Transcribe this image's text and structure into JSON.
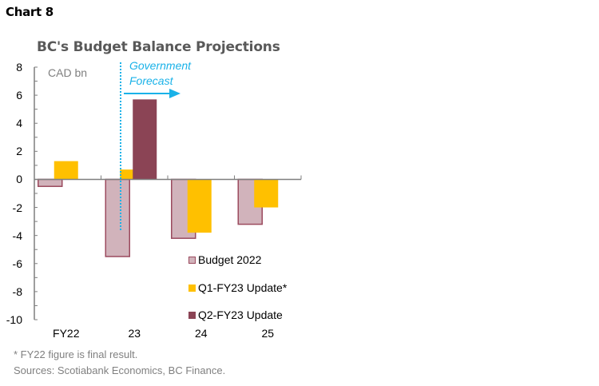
{
  "header": {
    "chart_label": "Chart 8"
  },
  "chart_data": {
    "type": "bar",
    "title": "BC's Budget Balance Projections",
    "unit_label": "CAD bn",
    "xlabel": "",
    "ylabel": "CAD bn",
    "ylim": [
      -10,
      8
    ],
    "yticks": [
      8,
      6,
      4,
      2,
      0,
      -2,
      -4,
      -6,
      -8,
      -10
    ],
    "categories": [
      "FY22",
      "23",
      "24",
      "25"
    ],
    "series": [
      {
        "name": "Budget 2022",
        "color": "#d1b3bb",
        "border": "#9b4a5e",
        "values": [
          -0.5,
          -5.5,
          -4.2,
          -3.2
        ]
      },
      {
        "name": "Q1-FY23 Update*",
        "color": "#ffc000",
        "values": [
          1.3,
          0.7,
          -3.8,
          -2.0
        ]
      },
      {
        "name": "Q2-FY23 Update",
        "color": "#8b4455",
        "values": [
          null,
          5.7,
          null,
          null
        ]
      }
    ],
    "annotations": [
      {
        "text_line1": "Government",
        "text_line2": "Forecast",
        "type": "dotted-vertical-line-with-arrow",
        "x_between": [
          "FY22",
          "23"
        ],
        "color": "#1ab2e8"
      }
    ],
    "grid": false,
    "legend_position": "lower-right-inside"
  },
  "footnotes": {
    "note": "* FY22 figure is final result.",
    "sources": "Sources: Scotiabank Economics, BC Finance."
  }
}
